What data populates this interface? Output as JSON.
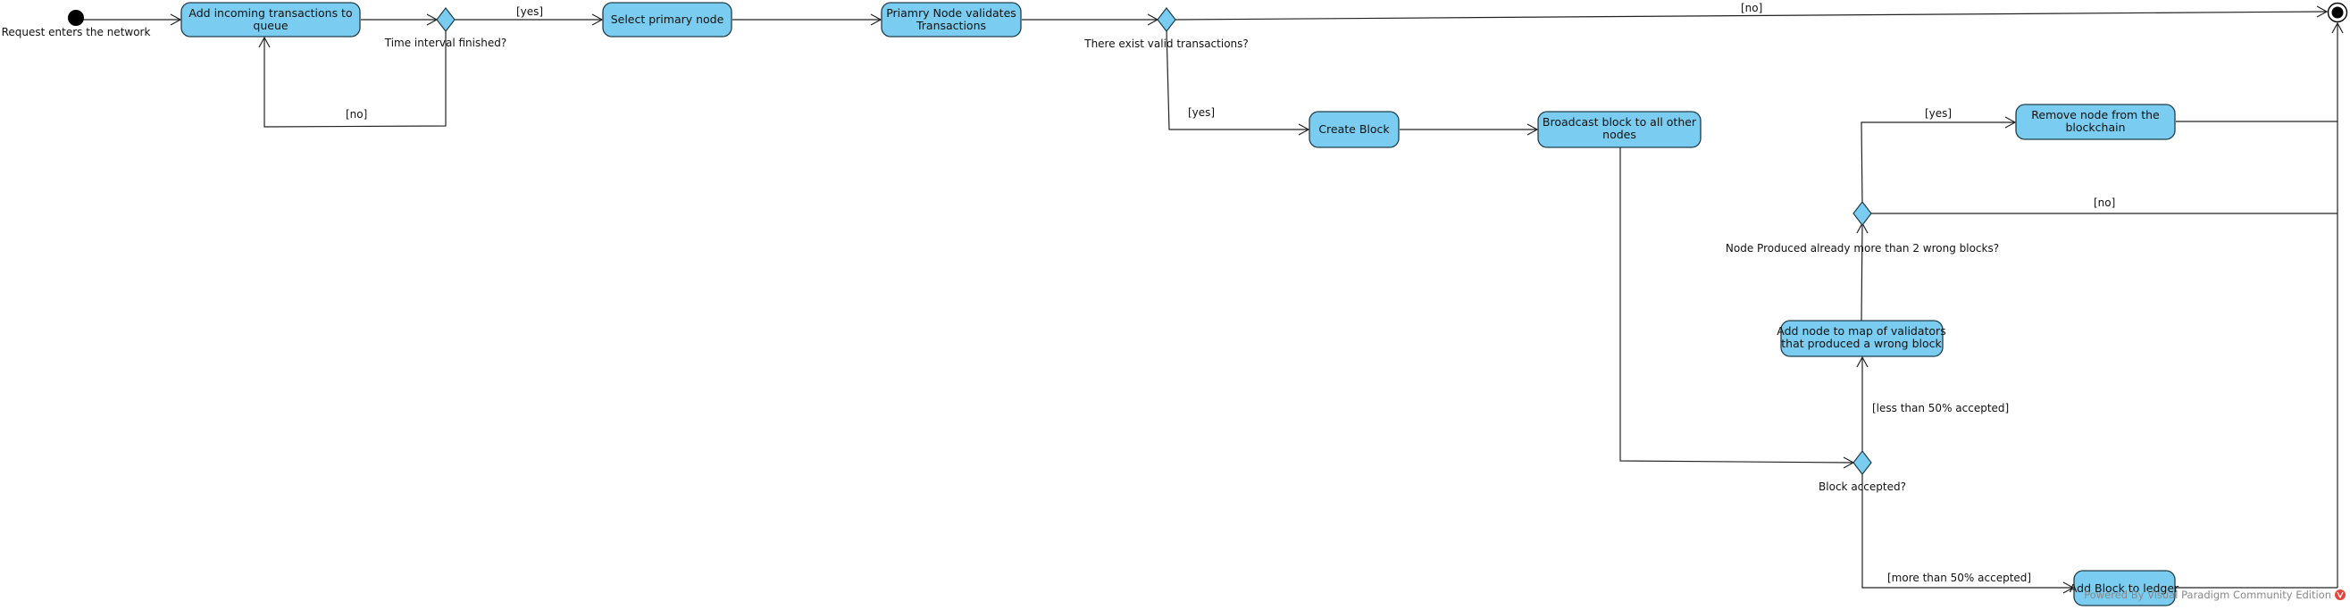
{
  "start_label": "Request enters the network",
  "actions": {
    "add_to_queue": [
      "Add incoming transactions to",
      "queue"
    ],
    "select_primary": [
      "Select primary node"
    ],
    "primary_validates": [
      "Priamry Node validates",
      "Transactions"
    ],
    "create_block": [
      "Create Block"
    ],
    "broadcast": [
      "Broadcast block to all other",
      "nodes"
    ],
    "remove_node": [
      "Remove node from the",
      "blockchain"
    ],
    "add_to_map": [
      "Add node to map of validators",
      "that produced a wrong block"
    ],
    "add_to_ledger": [
      "Add Block to ledger"
    ]
  },
  "decisions": {
    "time_interval": "Time interval finished?",
    "valid_transactions": "There exist valid transactions?",
    "wrong_blocks": "Node Produced already more than 2 wrong blocks?",
    "block_accepted": "Block accepted?"
  },
  "guards": {
    "time_yes": "[yes]",
    "time_no": "[no]",
    "valid_no": "[no]",
    "valid_yes": "[yes]",
    "wrong_yes": "[yes]",
    "wrong_no": "[no]",
    "accepted_less": "[less than 50% accepted]",
    "accepted_more": "[more than 50% accepted]"
  },
  "watermark": "Powered By Visual Paradigm Community Edition"
}
